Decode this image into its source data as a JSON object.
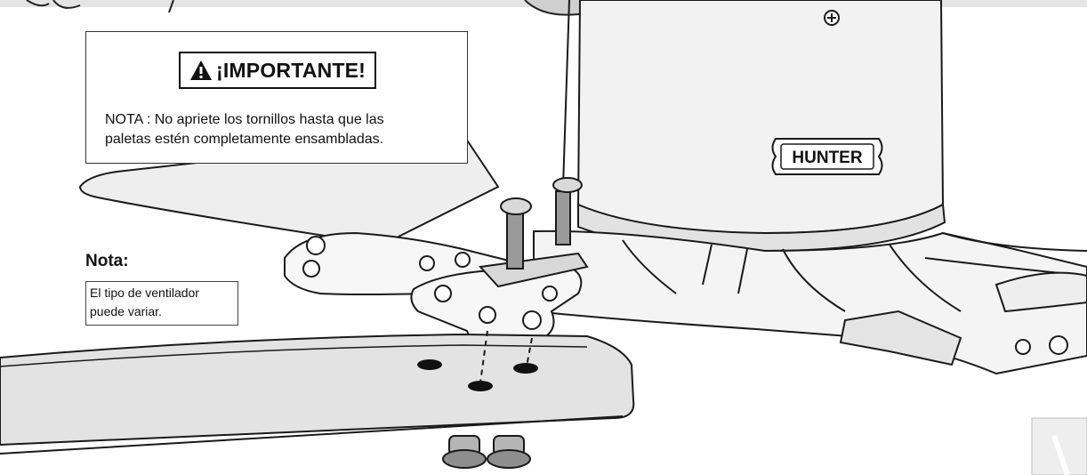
{
  "callout": {
    "heading": "¡IMPORTANTE!",
    "warning_icon": "warning-triangle-icon",
    "note_line1": "NOTA : No apriete los tornillos hasta que las",
    "note_line2": "paletas estén completamente ensambladas."
  },
  "side_note": {
    "title": "Nota:",
    "line1": "El tipo de ventilador",
    "line2": "puede variar."
  },
  "illustration": {
    "brand_badge": "HUNTER"
  },
  "colors": {
    "line": "#1a1a1a",
    "motor": "#f0f0f0",
    "blade": "#e6e6e6",
    "band": "#e4e4e4"
  }
}
